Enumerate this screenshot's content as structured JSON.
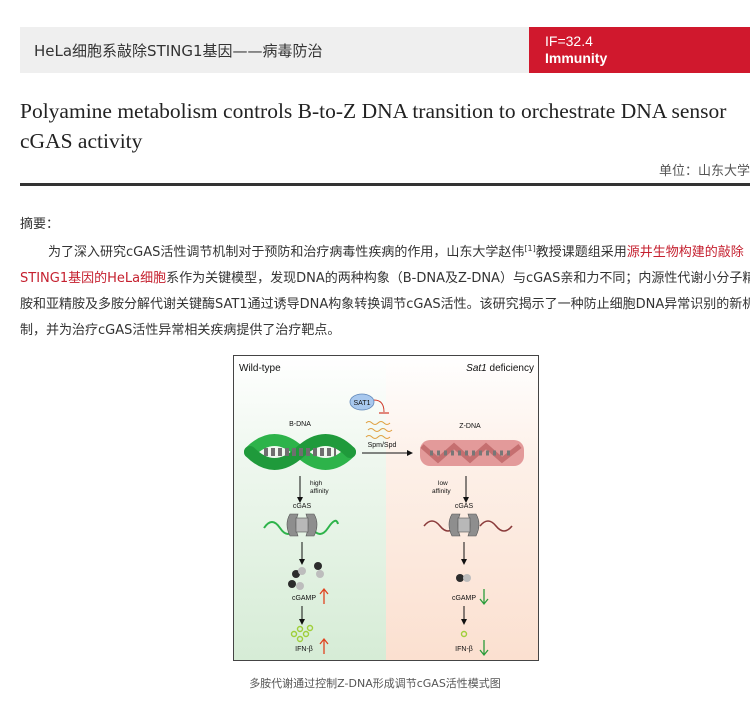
{
  "header": {
    "title": "HeLa细胞系敲除STING1基因——病毒防治",
    "impact_factor": "IF=32.4",
    "journal": "Immunity"
  },
  "article": {
    "title": "Polyamine metabolism controls B-to-Z DNA transition to orchestrate DNA sensor cGAS activity",
    "unit_label": "单位：",
    "unit_value": "山东大学"
  },
  "abstract": {
    "label": "摘要：",
    "part1": "为了深入研究cGAS活性调节机制对于预防和治疗病毒性疾病的作用，山东大学赵伟",
    "ref": "[1]",
    "part2": "教授课题组采用",
    "highlight": "源井生物构建的敲除STING1基因的HeLa细胞",
    "part3": "系作为关键模型，发现DNA的两种构象（B-DNA及Z-DNA）与cGAS亲和力不同；内源性代谢小分子精胺和亚精胺及多胺分解代谢关键酶SAT1通过诱导DNA构象转换调节cGAS活性。该研究揭示了一种防止细胞DNA异常识别的新机制，并为治疗cGAS活性异常相关疾病提供了治疗靶点。"
  },
  "figure": {
    "panel_left": "Wild-type",
    "panel_right_italic": "Sat1",
    "panel_right_rest": " deficiency",
    "sat1": "SAT1",
    "spm": "Spm/Spd",
    "b_dna": "B-DNA",
    "z_dna": "Z-DNA",
    "high_1": "high",
    "high_2": "affinity",
    "low_1": "low",
    "low_2": "affinity",
    "cgas_left": "cGAS",
    "cgas_right": "cGAS",
    "cgamp_left": "cGAMP",
    "cgamp_right": "cGAMP",
    "ifn_left": "IFN-β",
    "ifn_right": "IFN-β",
    "colors": {
      "left_bg": "#dcefdc",
      "right_bg": "#fbe3d6",
      "b_dna": "#2db34a",
      "z_dna": "#e39a9a",
      "up_arrow": "#e0431f",
      "down_arrow": "#2a9c3a"
    }
  },
  "caption": "多胺代谢通过控制Z-DNA形成调节cGAS活性模式图"
}
